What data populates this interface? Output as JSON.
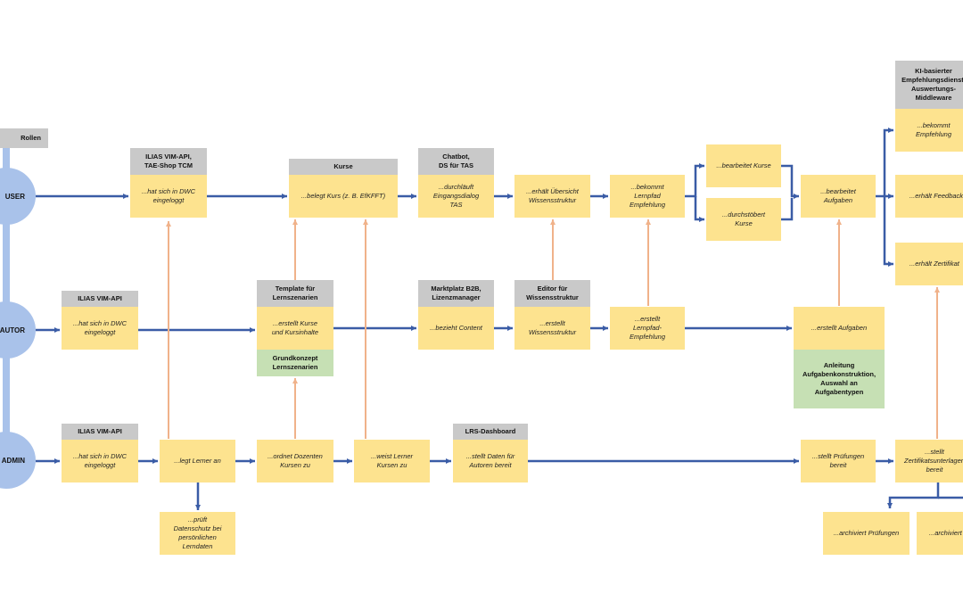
{
  "title": "Rollen",
  "roles": {
    "user": "USER",
    "autor": "AUTOR",
    "admin": "ADMIN"
  },
  "colors": {
    "flow_arrow": "#3a5ca6",
    "dependency_arrow": "#f0b28a",
    "role_circle": "#a9c2ea",
    "system": "#c9c9c9",
    "action": "#fde38f",
    "concept": "#c6e0b4"
  },
  "systems": {
    "ilias_shop": "ILIAS VIM-API,\nTAE-Shop TCM",
    "kurse": "Kurse",
    "chatbot": "Chatbot,\nDS für TAS",
    "ki": "KI-basierter\nEmpfehlungsdienst,\nAuswertungs-\nMiddleware",
    "ilias_autor": "ILIAS VIM-API",
    "template": "Template für\nLernszenarien",
    "marktplatz": "Marktplatz B2B,\nLizenzmanager",
    "editor": "Editor für\nWissensstruktur",
    "ilias_admin": "ILIAS VIM-API",
    "lrs": "LRS-Dashboard"
  },
  "concepts": {
    "grundkonzept": "Grundkonzept\nLernszenarien",
    "anleitung": "Anleitung\nAufgabenkonstruktion,\nAuswahl an\nAufgabentypen"
  },
  "actions": {
    "u_login": "...hat sich in DWC\neingeloggt",
    "u_belegt": "...belegt Kurs (z. B. EfKFFT)",
    "u_durchlaeuft": "...durchläuft\nEingangsdialog\nTAS",
    "u_uebersicht": "...erhält Übersicht\nWissensstruktur",
    "u_bekommt_lernpfad": "...bekommt\nLernpfad\nEmpfehlung",
    "u_bearbeitet_kurse": "...bearbeitet Kurse",
    "u_durchstoebert": "...durchstöbert\nKurse",
    "u_bearbeitet_aufgaben": "...bearbeitet\nAufgaben",
    "u_empfehlung": "...bekommt\nEmpfehlung",
    "u_feedback": "...erhält Feedback",
    "u_zertifikat": "...erhält Zertifikat",
    "a_login": "...hat sich in DWC\neingeloggt",
    "a_kurse": "...erstellt Kurse\nund Kursinhalte",
    "a_content": "...bezieht Content",
    "a_wissen": "...erstellt\nWissensstruktur",
    "a_lernpfad": "...erstellt\nLernpfad-\nEmpfehlung",
    "a_aufgaben": "...erstellt Aufgaben",
    "d_login": "...hat sich in DWC\neingeloggt",
    "d_legt": "...legt Lerner an",
    "d_datenschutz": "...prüft\nDatenschutz bei\npersönlichen\nLerndaten",
    "d_ordnet": "...ordnet Dozenten\nKursen zu",
    "d_weist": "...weist Lerner\nKursen zu",
    "d_daten": "...stellt Daten für\nAutoren bereit",
    "d_pruefungen": "...stellt Prüfungen\nbereit",
    "d_zertifikat": "...stellt\nZertifikatsunterlagen\nbereit",
    "d_archiv_pruef": "...archiviert Prüfungen",
    "d_archiv": "...archiviert"
  }
}
